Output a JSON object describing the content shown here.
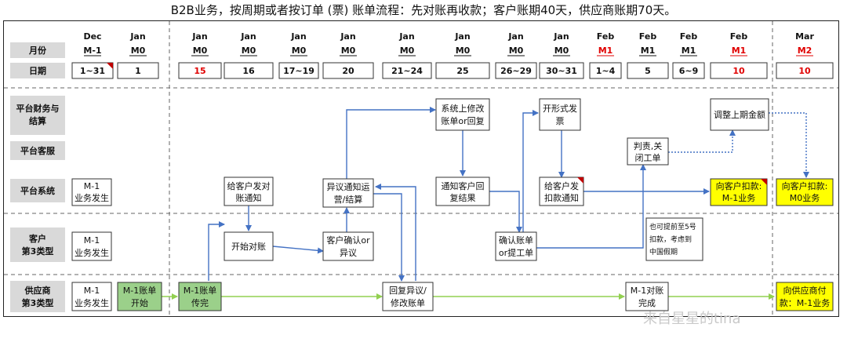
{
  "title": "B2B业务，按周期或者按订单 (票) 账单流程：先对账再收款；客户账期40天，供应商账期70天。",
  "header": {
    "month_row_label": "月份",
    "date_row_label": "日期",
    "columns": [
      {
        "month": "Dec",
        "period": "M-1",
        "date": "1~31",
        "red": false,
        "flag": true
      },
      {
        "month": "Jan",
        "period": "M0",
        "date": "1",
        "red": false,
        "flag": false
      },
      {
        "month": "Jan",
        "period": "M0",
        "date": "15",
        "red": true,
        "flag": false
      },
      {
        "month": "Jan",
        "period": "M0",
        "date": "16",
        "red": false,
        "flag": false
      },
      {
        "month": "Jan",
        "period": "M0",
        "date": "17~19",
        "red": false,
        "flag": false
      },
      {
        "month": "Jan",
        "period": "M0",
        "date": "20",
        "red": false,
        "flag": false
      },
      {
        "month": "Jan",
        "period": "M0",
        "date": "21~24",
        "red": false,
        "flag": false
      },
      {
        "month": "Jan",
        "period": "M0",
        "date": "25",
        "red": false,
        "flag": false
      },
      {
        "month": "Jan",
        "period": "M0",
        "date": "26~29",
        "red": false,
        "flag": false
      },
      {
        "month": "Jan",
        "period": "M0",
        "date": "30~31",
        "red": false,
        "flag": false
      },
      {
        "month": "Feb",
        "period": "M1",
        "date": "1~4",
        "red": false,
        "flag": false,
        "period_red": true
      },
      {
        "month": "Feb",
        "period": "M1",
        "date": "5",
        "red": false,
        "flag": false
      },
      {
        "month": "Feb",
        "period": "M1",
        "date": "6~9",
        "red": false,
        "flag": false
      },
      {
        "month": "Feb",
        "period": "M1",
        "date": "10",
        "red": true,
        "flag": false,
        "period_red": true
      },
      {
        "month": "Mar",
        "period": "M2",
        "date": "10",
        "red": true,
        "flag": false,
        "period_red": true
      }
    ]
  },
  "rows": {
    "finance": "平台财务与结算",
    "finance_l1": "平台财务与",
    "finance_l2": "结算",
    "service": "平台客服",
    "system": "平台系统",
    "customer_l1": "客户",
    "customer_l2": "第3类型",
    "supplier_l1": "供应商",
    "supplier_l2": "第3类型"
  },
  "boxes": {
    "sys_m1_l1": "M-1",
    "sys_m1_l2": "业务发生",
    "cus_m1_l1": "M-1",
    "cus_m1_l2": "业务发生",
    "sup_m1_l1": "M-1",
    "sup_m1_l2": "业务发生",
    "sup_start_l1": "M-1账单",
    "sup_start_l2": "开始",
    "sup_sent_l1": "M-1账单",
    "sup_sent_l2": "传完",
    "notify_l1": "给客户发对",
    "notify_l2": "账通知",
    "start_recon": "开始对账",
    "dispute_l1": "异议通知运",
    "dispute_l2": "营/结算",
    "cus_confirm_l1": "客户确认or",
    "cus_confirm_l2": "异议",
    "sup_reply_l1": "回复异议/",
    "sup_reply_l2": "修改账单",
    "sys_modify_l1": "系统上修改",
    "sys_modify_l2": "账单or回复",
    "notify_reply_l1": "通知客户回",
    "notify_reply_l2": "复结果",
    "confirm_bill_l1": "确认账单",
    "confirm_bill_l2": "or提工单",
    "invoice_l1": "开形式发",
    "invoice_l2": "票",
    "deduct_notice_l1": "给客户发",
    "deduct_notice_l2": "扣款通知",
    "judge_l1": "判责,关",
    "judge_l2": "闭工单",
    "adjust": "调整上期金额",
    "deduct_m1_l1": "向客户扣款:",
    "deduct_m1_l2": "M-1业务",
    "deduct_m0_l1": "向客户扣款:",
    "deduct_m0_l2": "M0业务",
    "sup_done_l1": "M-1对账",
    "sup_done_l2": "完成",
    "pay_sup_l1": "向供应商付",
    "pay_sup_l2": "款：M-1业务",
    "note_l1": "也可提前至5号",
    "note_l2": "扣款，考虑到",
    "note_l3": "中国假期"
  },
  "watermark": "来自星星的tina",
  "colors": {
    "green": "#9bd08a",
    "yellow": "#ffff00",
    "blue_arrow": "#4472c4",
    "green_arrow": "#92d050",
    "red": "#e00000"
  }
}
